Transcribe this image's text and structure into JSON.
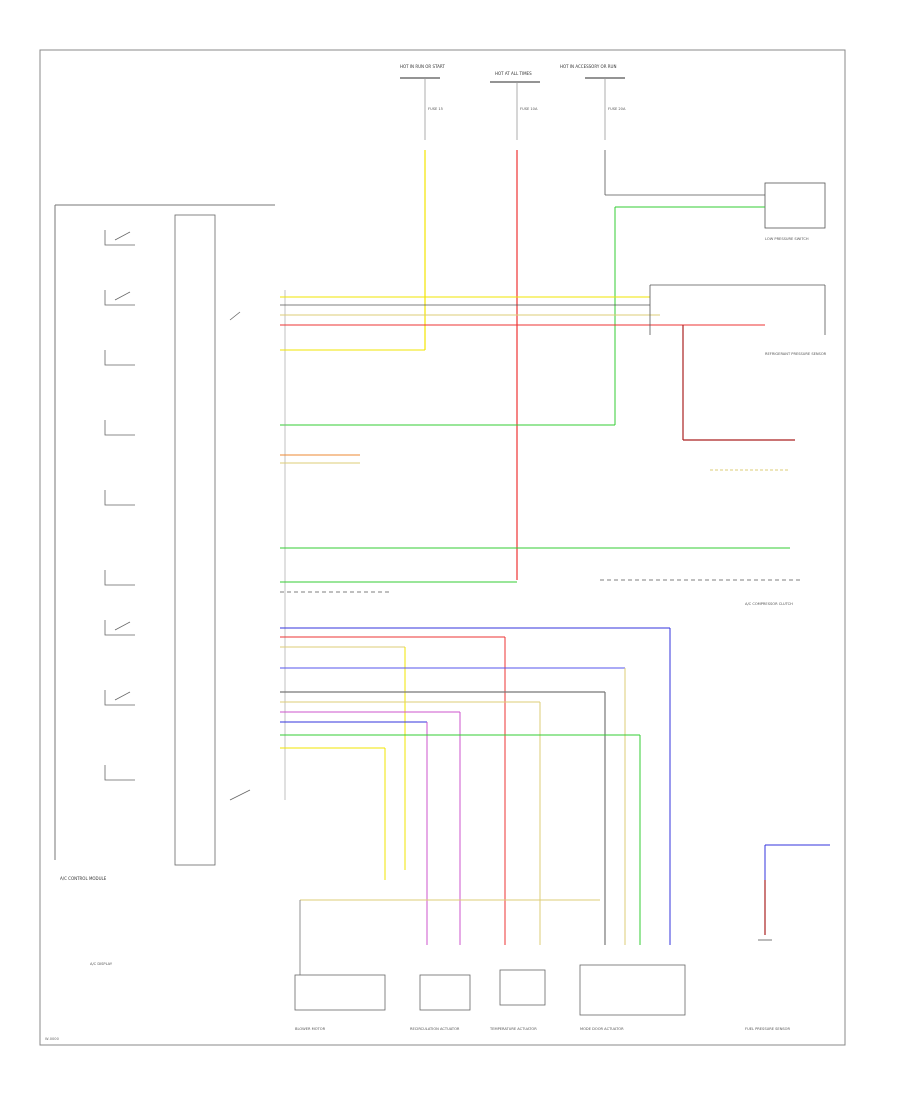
{
  "labels": {
    "hot_run_start": "HOT IN RUN OR START",
    "hot_at_all_times": "HOT AT ALL TIMES",
    "hot_acc_run": "HOT IN ACCESSORY OR RUN",
    "fuse_1": "FUSE 15",
    "fuse_2": "FUSE 10A",
    "fuse_3": "FUSE 20A",
    "low_pressure_switch": "LOW PRESSURE SWITCH",
    "pressure_sensor": "REFRIGERANT PRESSURE SENSOR",
    "ac_control_module": "A/C CONTROL MODULE",
    "ac_compressor": "A/C COMPRESSOR CLUTCH",
    "ac_display": "A/C DISPLAY",
    "blower_motor": "BLOWER MOTOR",
    "recirc_actuator": "RECIRCULATION ACTUATOR",
    "temp_actuator": "TEMPERATURE ACTUATOR",
    "mode_actuator": "MODE DOOR ACTUATOR",
    "fuel_pressure": "FUEL PRESSURE SENSOR",
    "footer_code": "W-0000"
  },
  "colors": {
    "yellow": "#f2e400",
    "red": "#ee3333",
    "green": "#33cc33",
    "blue": "#3333dd",
    "violet": "#cc55cc",
    "grey": "#777777",
    "tan": "#ddcc77",
    "darkred": "#aa2222",
    "orange": "#ee8833",
    "frame": "#888888"
  }
}
